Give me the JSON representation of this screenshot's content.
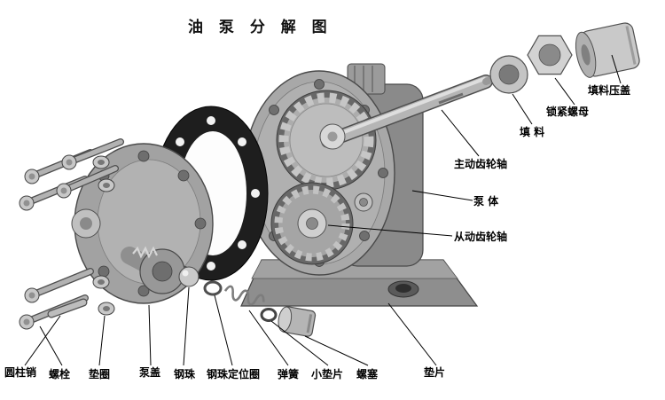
{
  "title": "油 泵 分 解 图",
  "labels": {
    "packing_gland": "填料压盖",
    "lock_nut": "锁紧螺母",
    "packing": "填 料",
    "driving_gear_shaft": "主动齿轮轴",
    "pump_body": "泵  体",
    "driven_gear_shaft": "从动齿轮轴",
    "gasket_right": "垫片",
    "cylindrical_pin": "圆柱销",
    "bolt": "螺栓",
    "washer": "垫圈",
    "pump_cover": "泵盖",
    "steel_ball": "钢珠",
    "ball_positioning_ring": "钢珠定位圈",
    "spring": "弹簧",
    "small_gasket": "小垫片",
    "screw_plug": "螺塞"
  },
  "colors": {
    "background": "#ffffff",
    "metal_light": "#c8c8c8",
    "metal_mid": "#9a9a9a",
    "metal_dark": "#6a6a6a",
    "gasket_dark": "#1e1e1e",
    "line": "#000000"
  }
}
